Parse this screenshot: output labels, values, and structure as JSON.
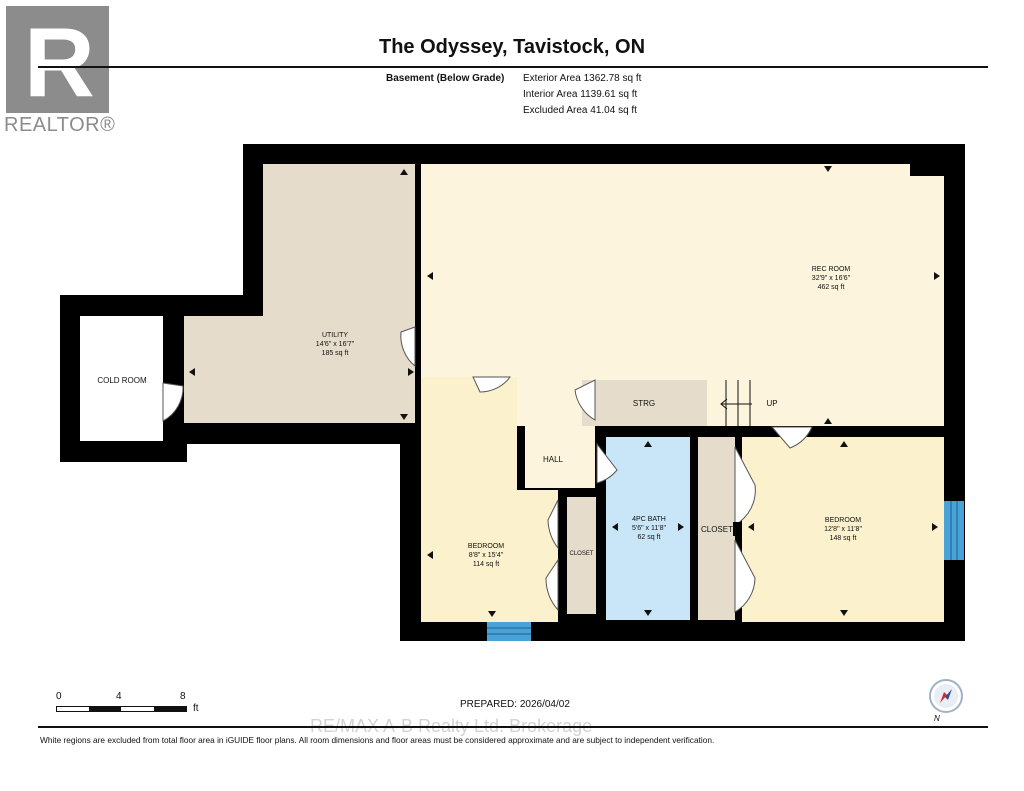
{
  "logo": {
    "mark": "R",
    "text": "REALTOR®"
  },
  "title": "The Odyssey, Tavistock, ON",
  "floor": {
    "name": "Basement (Below Grade)",
    "exterior_area": "Exterior Area 1362.78 sq ft",
    "interior_area": "Interior Area 1139.61 sq ft",
    "excluded_area": "Excluded Area 41.04 sq ft"
  },
  "rooms": {
    "cold_room": {
      "name": "COLD ROOM"
    },
    "utility": {
      "name": "UTILITY",
      "dims": "14'6\" x 16'7\"",
      "area": "185 sq ft"
    },
    "rec_room": {
      "name": "REC ROOM",
      "dims": "32'9\" x 16'6\"",
      "area": "462 sq ft"
    },
    "strg": {
      "name": "STRG"
    },
    "up": {
      "name": "UP"
    },
    "hall": {
      "name": "HALL"
    },
    "bedroom_left": {
      "name": "BEDROOM",
      "dims": "8'8\" x 15'4\"",
      "area": "114 sq ft"
    },
    "closet_small": {
      "name": "CLOSET"
    },
    "bath": {
      "name": "4PC BATH",
      "dims": "5'6\" x 11'8\"",
      "area": "62 sq ft"
    },
    "closet": {
      "name": "CLOSET"
    },
    "bedroom_right": {
      "name": "BEDROOM",
      "dims": "12'8\" x 11'8\"",
      "area": "148 sq ft"
    }
  },
  "scale": {
    "ticks": [
      "0",
      "4",
      "8"
    ],
    "unit": "ft"
  },
  "prepared": "PREPARED: 2026/04/02",
  "brokerage": "RE/MAX A-B Realty Ltd. Brokerage",
  "disclaimer": "White regions are excluded from total floor area in iGUIDE floor plans. All room dimensions and floor areas must be considered approximate and are subject to independent verification.",
  "compass": {
    "label": "N"
  },
  "colors": {
    "wall": "#000000",
    "utility": "#e5dccb",
    "rec_room": "#fdf4dd",
    "bedroom": "#fbf1cd",
    "bath": "#c8e6f8",
    "closet": "#e5dccb",
    "window": "#4aa3d8",
    "logo": "#8c8c8c"
  }
}
